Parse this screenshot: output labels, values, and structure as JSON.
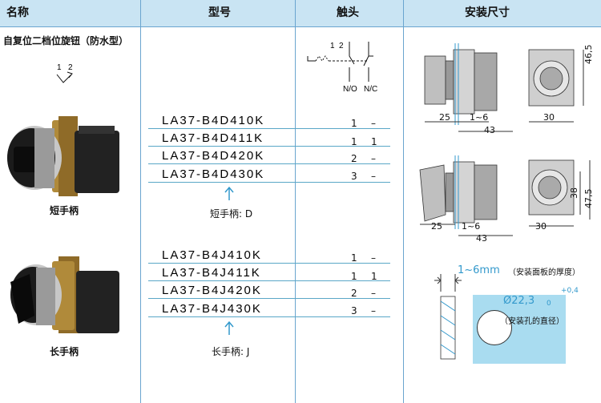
{
  "header": {
    "col_name": "名称",
    "col_model": "型号",
    "col_contact": "触头",
    "col_dims": "安装尺寸"
  },
  "product": {
    "title": "自复位二档位旋钮（防水型）",
    "position_label": "1  2"
  },
  "contact_diagram": {
    "label_1": "1",
    "label_2": "2",
    "no_label": "N/O",
    "nc_label": "N/C"
  },
  "short_group": {
    "models": [
      "LA37-B4D410K",
      "LA37-B4D411K",
      "LA37-B4D420K",
      "LA37-B4D430K"
    ],
    "no": [
      "1",
      "1",
      "2",
      "3"
    ],
    "nc": [
      "–",
      "1",
      "–",
      "–"
    ],
    "note": "短手柄: D",
    "caption": "短手柄"
  },
  "long_group": {
    "models": [
      "LA37-B4J410K",
      "LA37-B4J411K",
      "LA37-B4J420K",
      "LA37-B4J430K"
    ],
    "no": [
      "1",
      "1",
      "2",
      "3"
    ],
    "nc": [
      "–",
      "1",
      "–",
      "–"
    ],
    "note": "长手柄: J",
    "caption": "长手柄"
  },
  "dims_short": {
    "d25": "25",
    "d1_6": "1~6",
    "d43": "43",
    "d30": "30",
    "d46_5": "46,5"
  },
  "dims_long": {
    "d25": "25",
    "d1_6": "1~6",
    "d43": "43",
    "d30": "30",
    "d38": "38",
    "d47_5": "47,5"
  },
  "panel": {
    "thickness": "1~6mm",
    "thickness_note": "（安装面板的厚度）",
    "hole_dia": "Ø22,3",
    "hole_sub": "0",
    "hole_tol": "+0,4",
    "hole_note": "（安装孔的直径）"
  },
  "colors": {
    "header_bg": "#c9e4f3",
    "rule": "#5aa7c7",
    "accent": "#3399cc",
    "panel_fill": "#a9dcf0"
  }
}
